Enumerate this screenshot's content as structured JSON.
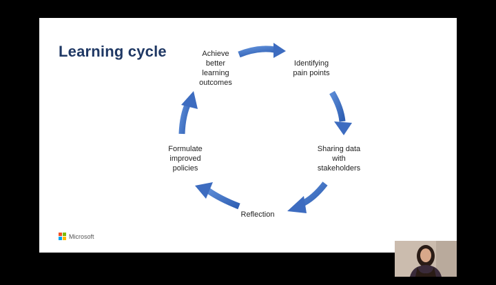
{
  "slide": {
    "title": "Learning cycle",
    "steps": [
      "Achieve\nbetter\nlearning\noutcomes",
      "Identifying\npain points",
      "Sharing data\nwith\nstakeholders",
      "Reflection",
      "Formulate\nimproved\npolicies"
    ],
    "logo_text": "Microsoft",
    "arrow_color": "#4472c4",
    "title_color": "#1f3864"
  },
  "icons": {
    "logo": "microsoft-logo-icon",
    "arrows": "curved-arrow-icon"
  },
  "video": {
    "presenter": "presenter-webcam"
  }
}
